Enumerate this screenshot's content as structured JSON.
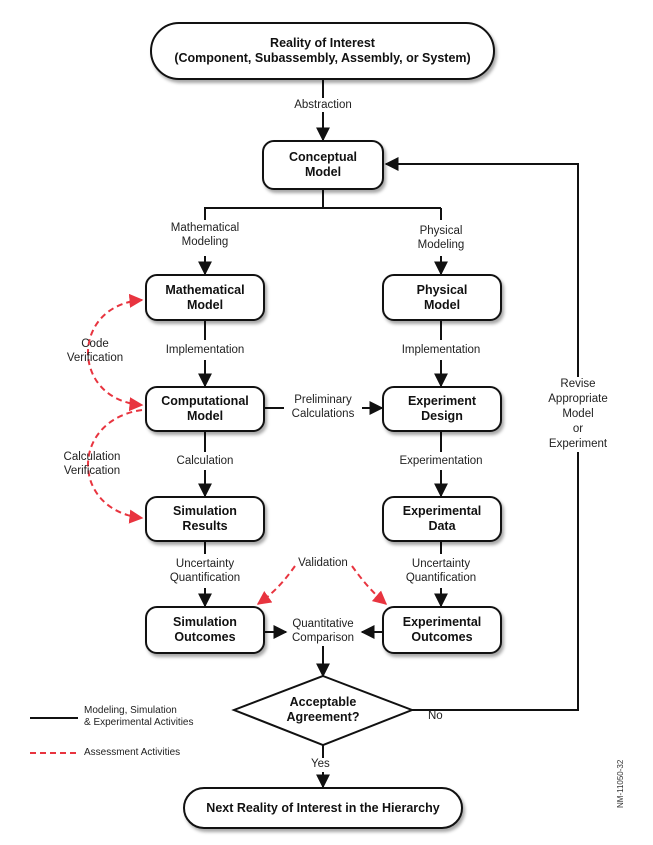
{
  "boxes": {
    "reality": {
      "line1": "Reality of Interest",
      "line2": "(Component, Subassembly, Assembly, or System)"
    },
    "conceptual": {
      "line1": "Conceptual",
      "line2": "Model"
    },
    "mathematical": {
      "line1": "Mathematical",
      "line2": "Model"
    },
    "physical": {
      "line1": "Physical",
      "line2": "Model"
    },
    "computational": {
      "line1": "Computational",
      "line2": "Model"
    },
    "experiment_design": {
      "line1": "Experiment",
      "line2": "Design"
    },
    "simulation_results": {
      "line1": "Simulation",
      "line2": "Results"
    },
    "experimental_data": {
      "line1": "Experimental",
      "line2": "Data"
    },
    "simulation_outcomes": {
      "line1": "Simulation",
      "line2": "Outcomes"
    },
    "experimental_outcomes": {
      "line1": "Experimental",
      "line2": "Outcomes"
    },
    "next_reality": {
      "line1": "Next Reality of Interest in the Hierarchy"
    }
  },
  "decision": {
    "line1": "Acceptable",
    "line2": "Agreement?",
    "no_label": "No",
    "yes_label": "Yes"
  },
  "labels": {
    "abstraction": "Abstraction",
    "math_modeling_1": "Mathematical",
    "math_modeling_2": "Modeling",
    "phys_modeling_1": "Physical",
    "phys_modeling_2": "Modeling",
    "implementation_left": "Implementation",
    "implementation_right": "Implementation",
    "preliminary_1": "Preliminary",
    "preliminary_2": "Calculations",
    "calculation": "Calculation",
    "experimentation": "Experimentation",
    "uq_left_1": "Uncertainty",
    "uq_left_2": "Quantification",
    "uq_right_1": "Uncertainty",
    "uq_right_2": "Quantification",
    "validation": "Validation",
    "quant_comp_1": "Quantitative",
    "quant_comp_2": "Comparison",
    "code_verif_1": "Code",
    "code_verif_2": "Verification",
    "calc_verif_1": "Calculation",
    "calc_verif_2": "Verification",
    "revise_1": "Revise",
    "revise_2": "Appropriate",
    "revise_3": "Model",
    "revise_4": "or",
    "revise_5": "Experiment"
  },
  "legend": {
    "solid_1": "Modeling, Simulation",
    "solid_2": "& Experimental Activities",
    "dashed": "Assessment Activities"
  },
  "doc_id": "NM-11050-32",
  "colors": {
    "solid_line": "#111111",
    "dashed_line": "#e8343f"
  }
}
